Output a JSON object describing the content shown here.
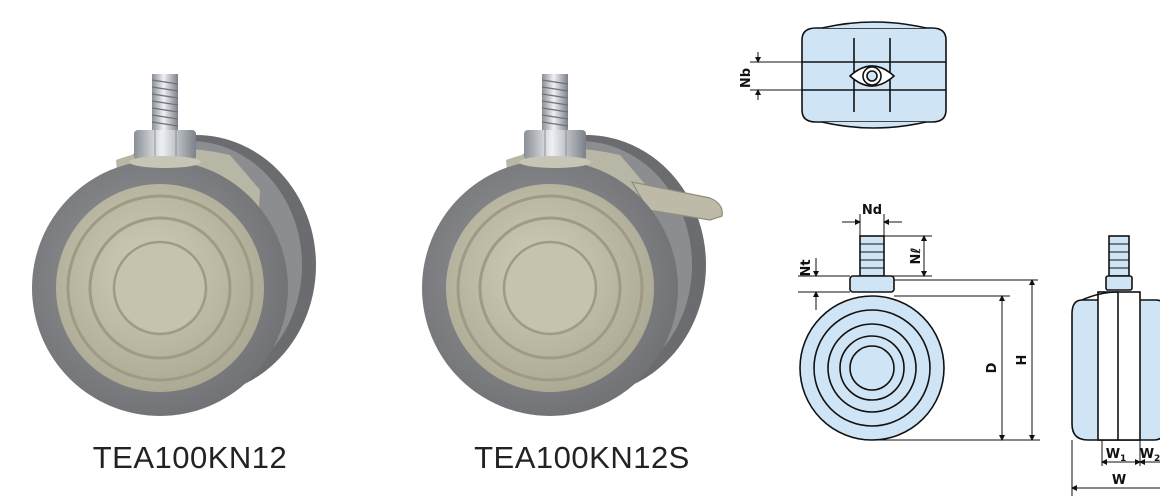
{
  "products": [
    {
      "caption": "TEA100KN12"
    },
    {
      "caption": "TEA100KN12S"
    }
  ],
  "dimensions": {
    "nb": "Nb",
    "nd": "Nd",
    "nt": "Nt",
    "nl": "Nℓ",
    "d": "D",
    "h": "H",
    "w1": "W",
    "w1_sub": "1",
    "w2": "W",
    "w2_sub": "2",
    "w": "W"
  },
  "colors": {
    "tire": "#86878a",
    "hub": "#b9b6a2",
    "zinc": "#c9cdd2",
    "drawing_fill": "#cfe5f6",
    "line": "#111111"
  }
}
